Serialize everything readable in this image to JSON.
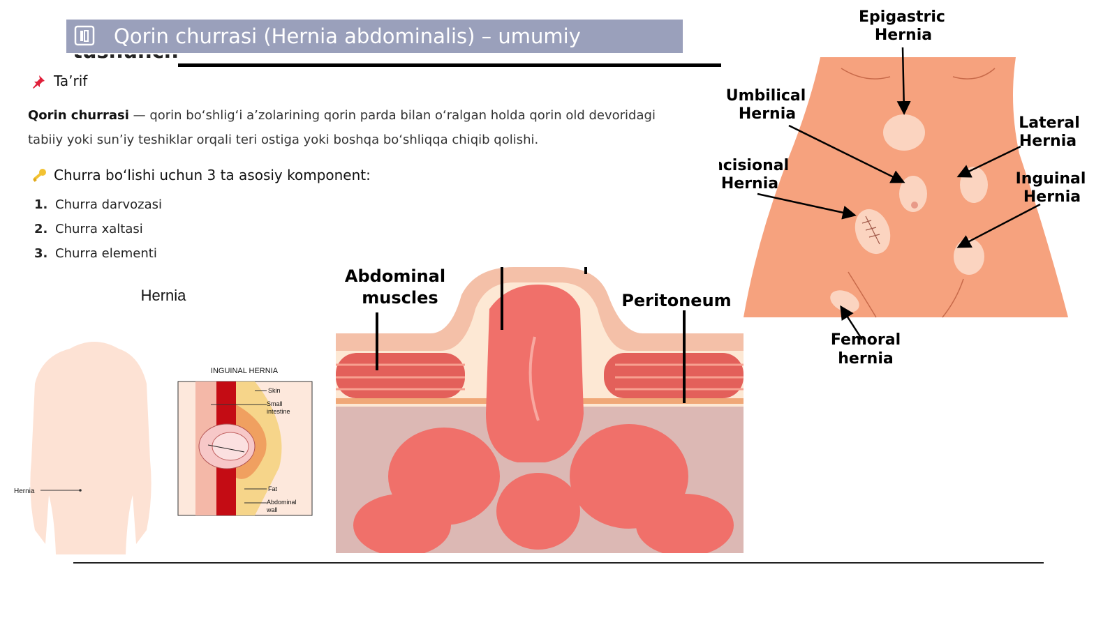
{
  "slide": {
    "title": "Qorin churrasi (Hernia abdominalis) – umumiy",
    "title_overflow": "tushuncha",
    "colors": {
      "title_bar": "#9aa0bb",
      "skin": "#f4a07c",
      "muscle": "#e3605a",
      "intestine": "#f0706a"
    }
  },
  "definition": {
    "heading": "Ta’rif",
    "icon": "pushpin-icon",
    "term": "Qorin churrasi",
    "text": " — qorin bo‘shlig‘i a’zolarining qorin parda bilan o‘ralgan holda qorin old devoridagi tabiiy yoki sun’iy teshiklar orqali teri ostiga yoki boshqa bo‘shliqqa chiqib qolishi."
  },
  "components": {
    "heading": "Churra bo‘lishi uchun 3 ta asosiy komponent:",
    "icon": "key-icon",
    "items": [
      {
        "num": "1.",
        "label": "Churra darvozasi"
      },
      {
        "num": "2.",
        "label": "Churra xaltasi"
      },
      {
        "num": "3.",
        "label": "Churra elementi"
      }
    ]
  },
  "figure_body": {
    "title": "Hernia",
    "pointer_label": "Hernia",
    "inset_title": "INGUINAL HERNIA",
    "inset_labels": {
      "skin": "Skin",
      "small_intestine_1": "Small",
      "small_intestine_2": "intestine",
      "fat": "Fat",
      "abdominal_wall_1": "Abdominal",
      "abdominal_wall_2": "wall"
    }
  },
  "figure_cross_section": {
    "labels": {
      "muscles_1": "Abdominal",
      "muscles_2": "muscles",
      "peritoneum": "Peritoneum"
    }
  },
  "figure_torso": {
    "labels": {
      "epigastric_1": "Epigastric",
      "epigastric_2": "Hernia",
      "umbilical_1": "Umbilical",
      "umbilical_2": "Hernia",
      "lateral_1": "Lateral",
      "lateral_2": "Hernia",
      "incisional_1": "Incisional",
      "incisional_2": "Hernia",
      "inguinal_1": "Inguinal",
      "inguinal_2": "Hernia",
      "femoral_1": "Femoral",
      "femoral_2": "hernia"
    }
  }
}
